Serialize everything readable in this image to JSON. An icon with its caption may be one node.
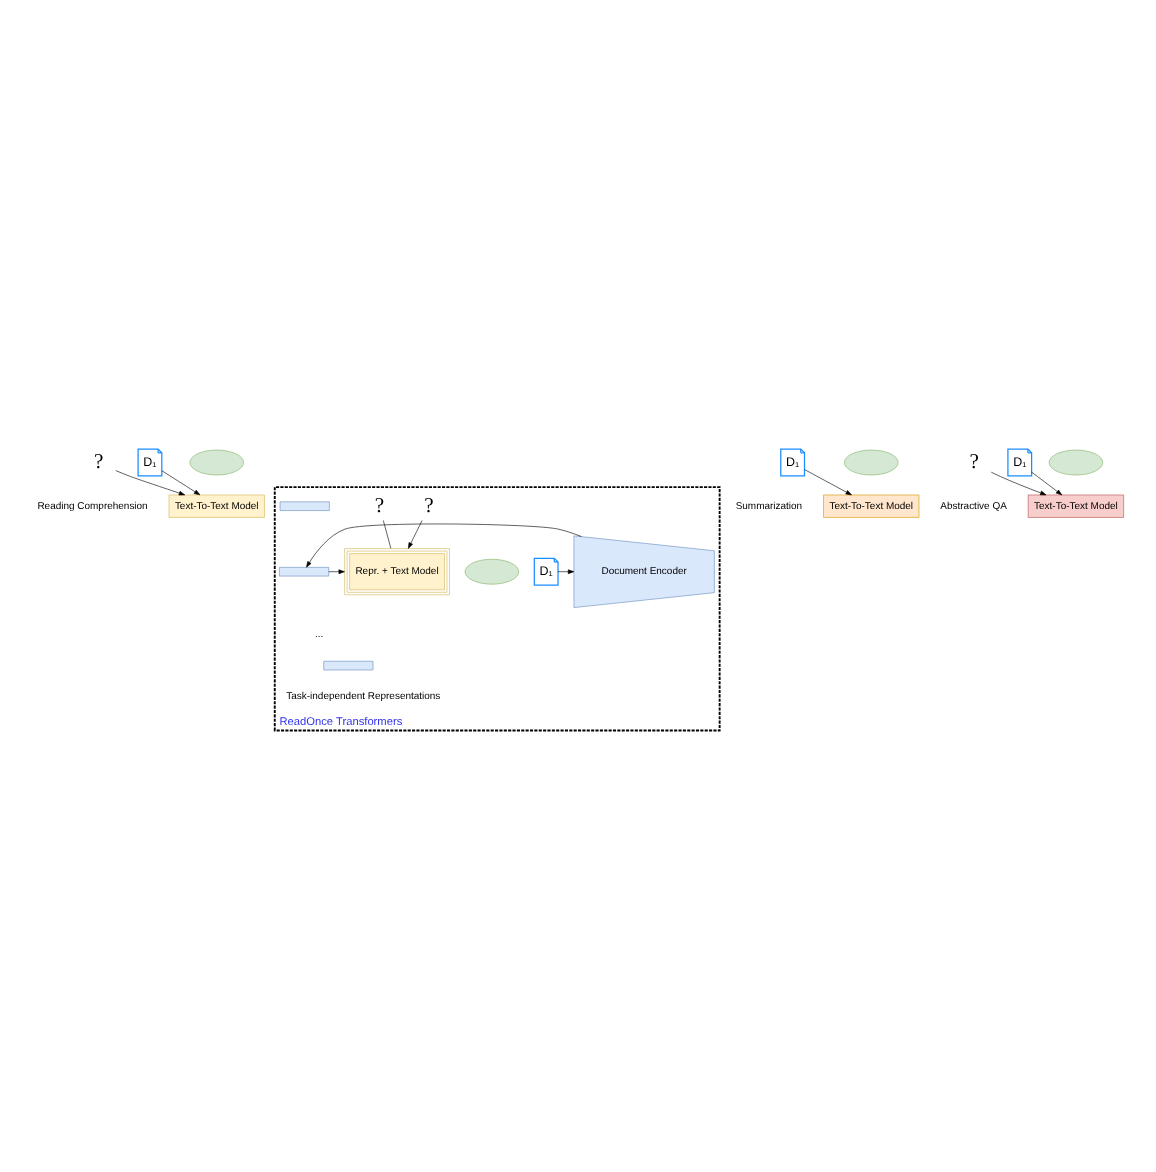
{
  "diagram": {
    "nodes": [
      {
        "text": [],
        "shape": "bubble"
      },
      {
        "text": [
          "Text-To-Text Model"
        ]
      },
      {
        "text": [
          "D₁"
        ]
      },
      {
        "text": [
          "?"
        ]
      },
      {
        "text": [],
        "shape": "bubble"
      },
      {
        "text": [
          "Text-To-Text Model"
        ]
      },
      {
        "text": [
          "D₁"
        ]
      },
      {
        "text": [],
        "shape": "bubble"
      },
      {
        "text": [
          "Text-To-Text Model"
        ]
      },
      {
        "text": [
          "D₁"
        ]
      },
      {
        "text": [
          "?"
        ]
      },
      {
        "text": [
          "ReadOnce Transformers"
        ]
      },
      {
        "text": [
          "D₁"
        ],
        "in": 11
      },
      {
        "text": [
          "Document Encoder"
        ],
        "in": 11
      },
      {
        "text": [],
        "shape": "bar",
        "in": 11
      },
      {
        "text": [],
        "shape": "bar",
        "in": 11
      },
      {
        "text": [
          "..."
        ],
        "in": 11
      },
      {
        "text": [],
        "shape": "bar",
        "in": 11,
        "beside": [
          "Task-independent Representations"
        ]
      },
      {
        "text": [
          "Repr. + Text Model"
        ],
        "in": 11
      },
      {
        "text": [],
        "shape": "bubble",
        "in": 11
      },
      {
        "text": [
          "?"
        ],
        "in": 11
      },
      {
        "text": [
          "?"
        ],
        "in": 11
      }
    ],
    "edges": [
      {
        "from": 2,
        "to": 1,
        "arrow": "to"
      },
      {
        "from": 3,
        "to": 1,
        "arrow": "to"
      },
      {
        "from": 6,
        "to": 5,
        "arrow": "to"
      },
      {
        "from": 9,
        "to": 8,
        "arrow": "to"
      },
      {
        "from": 10,
        "to": 8,
        "arrow": "to"
      },
      {
        "from": 12,
        "to": 13,
        "arrow": "to"
      },
      {
        "from": 13,
        "to": 15,
        "arrow": "to"
      },
      {
        "from": 15,
        "to": 18,
        "arrow": "to"
      },
      {
        "from": 20,
        "to": 18,
        "arrow": "to"
      },
      {
        "from": 21,
        "to": 18,
        "arrow": "none"
      }
    ],
    "labels": [
      "Reading Comprehension",
      "Summarization",
      "Abstractive QA"
    ]
  }
}
